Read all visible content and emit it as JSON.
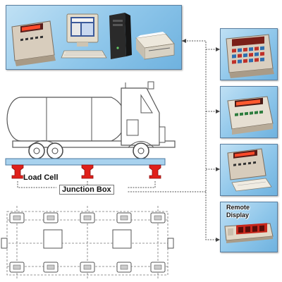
{
  "labels": {
    "load_cell": "Load Cell",
    "junction_box": "Junction Box",
    "remote_display": "Remote Display"
  },
  "colors": {
    "panel_light": "#bfe0f4",
    "panel_dark": "#6fb2df",
    "load_cell_red": "#e0201a",
    "display_led": "#d02418",
    "line": "#444444"
  },
  "icons": [
    "indicator-icon",
    "computer-monitor-icon",
    "computer-tower-icon",
    "printer-icon",
    "keyboard-icon",
    "indicator-keypad-icon",
    "truck-icon",
    "load-cell-icon",
    "remote-display-icon"
  ]
}
